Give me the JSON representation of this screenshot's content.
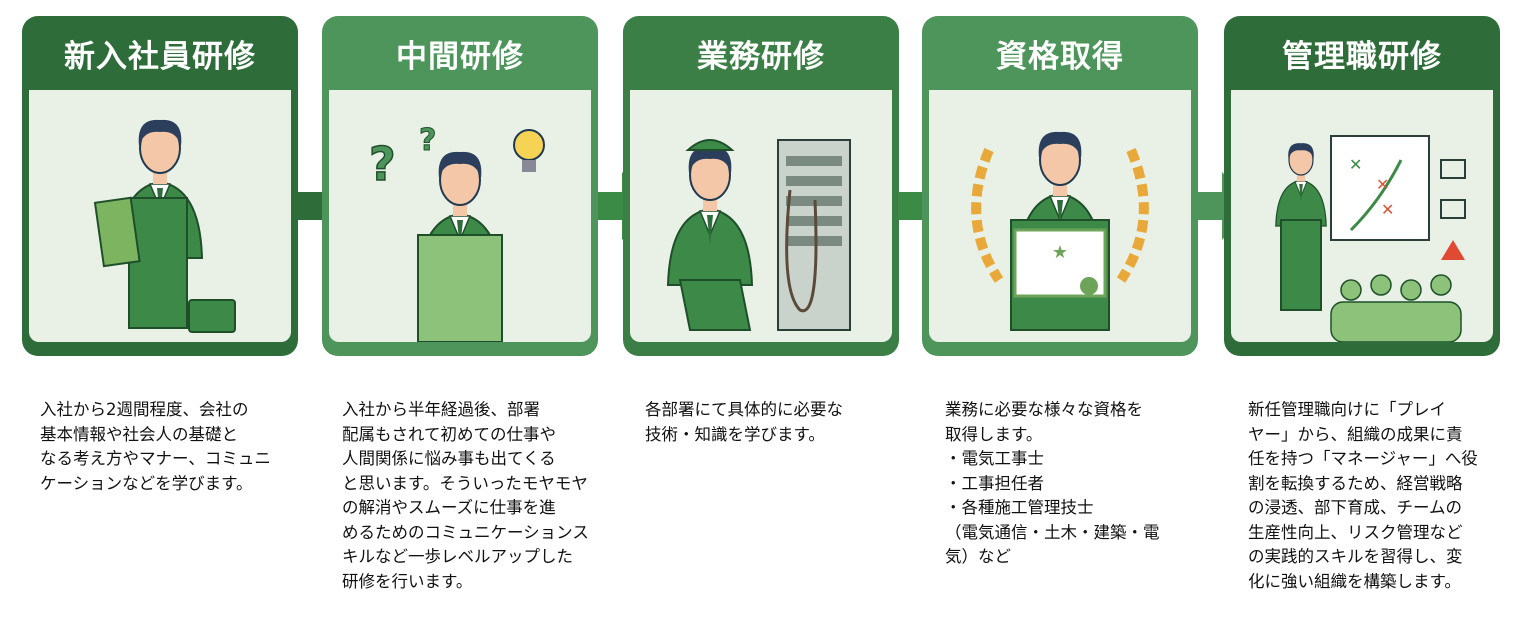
{
  "colors": {
    "header_dark": "#2e6c3a",
    "header_mid": "#3b7f46",
    "header_light": "#4d955a",
    "panel_bg": "#e9f1e7"
  },
  "steps": [
    {
      "title": "新入社員研修",
      "icon": "new-employee-with-books-icon",
      "description": "入社から2週間程度、会社の\n基本情報や社会人の基礎と\nなる考え方やマナー、コミュニ\nケーションなどを学びます。"
    },
    {
      "title": "中間研修",
      "icon": "thinking-person-question-lightbulb-icon",
      "description": "入社から半年経過後、部署\n配属もされて初めての仕事や\n人間関係に悩み事も出てくる\nと思います。そういったモヤモヤ\nの解消やスムーズに仕事を進\nめるためのコミュニケーションス\nキルなど一歩レベルアップした\n研修を行います。"
    },
    {
      "title": "業務研修",
      "icon": "technician-server-rack-icon",
      "description": "各部署にて具体的に必要な\n技術・知識を学びます。"
    },
    {
      "title": "資格取得",
      "icon": "person-certificate-laurel-icon",
      "description": "業務に必要な様々な資格を\n取得します。\n・電気工事士\n・工事担任者\n・各種施工管理技士\n（電気通信・土木・建築・電\n気）など"
    },
    {
      "title": "管理職研修",
      "icon": "manager-presentation-icon",
      "description": "新任管理職向けに「プレイ\nヤー」から、組織の成果に責\n任を持つ「マネージャー」へ役\n割を転換するため、経営戦略\nの浸透、部下育成、チームの\n生産性向上、リスク管理など\nの実践的スキルを習得し、変\n化に強い組織を構築します。"
    }
  ]
}
